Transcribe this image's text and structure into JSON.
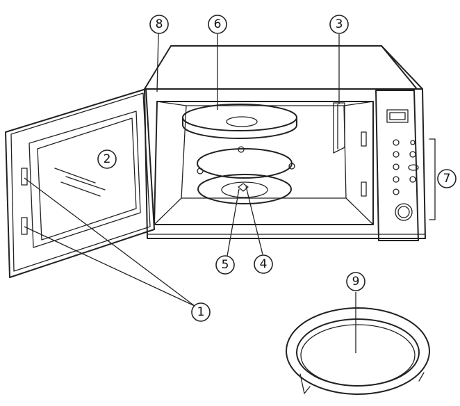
{
  "callouts": {
    "c1": "1",
    "c2": "2",
    "c3": "3",
    "c4": "4",
    "c5": "5",
    "c6": "6",
    "c7": "7",
    "c8": "8",
    "c9": "9"
  },
  "colors": {
    "line": "#222222",
    "background": "#ffffff"
  }
}
